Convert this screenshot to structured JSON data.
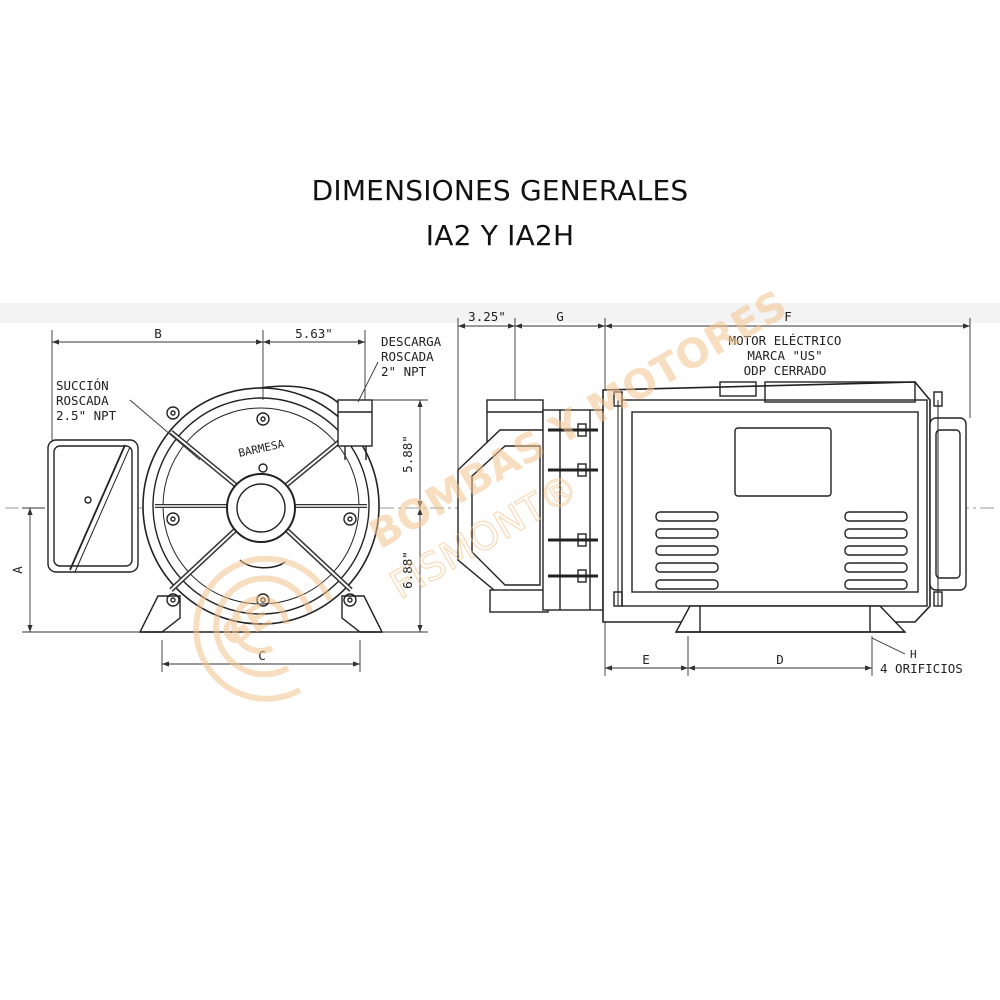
{
  "title": {
    "line1": "DIMENSIONES GENERALES",
    "line2": "IA2 Y IA2H"
  },
  "front_view": {
    "dim_b": "B",
    "dim_563": "5.63\"",
    "dim_588": "5.88\"",
    "dim_688": "6.88\"",
    "dim_a": "A",
    "dim_c": "C",
    "brand_plate": "BARMESA",
    "discharge": [
      "DESCARGA",
      "ROSCADA",
      "2\" NPT"
    ],
    "suction": [
      "SUCCIÓN",
      "ROSCADA",
      "2.5\" NPT"
    ]
  },
  "side_view": {
    "dim_325": "3.25\"",
    "dim_g": "G",
    "dim_f": "F",
    "dim_e": "E",
    "dim_d": "D",
    "dim_h": "H",
    "holes": "4 ORIFICIOS",
    "motor": [
      "MOTOR ELÉCTRICO",
      "MARCA \"US\"",
      "ODP CERRADO"
    ]
  },
  "watermark": {
    "line1": "BOMBAS Y MOTORES",
    "line2": "FISMONT®",
    "logo": "GE",
    "color": "#f2c48d"
  }
}
